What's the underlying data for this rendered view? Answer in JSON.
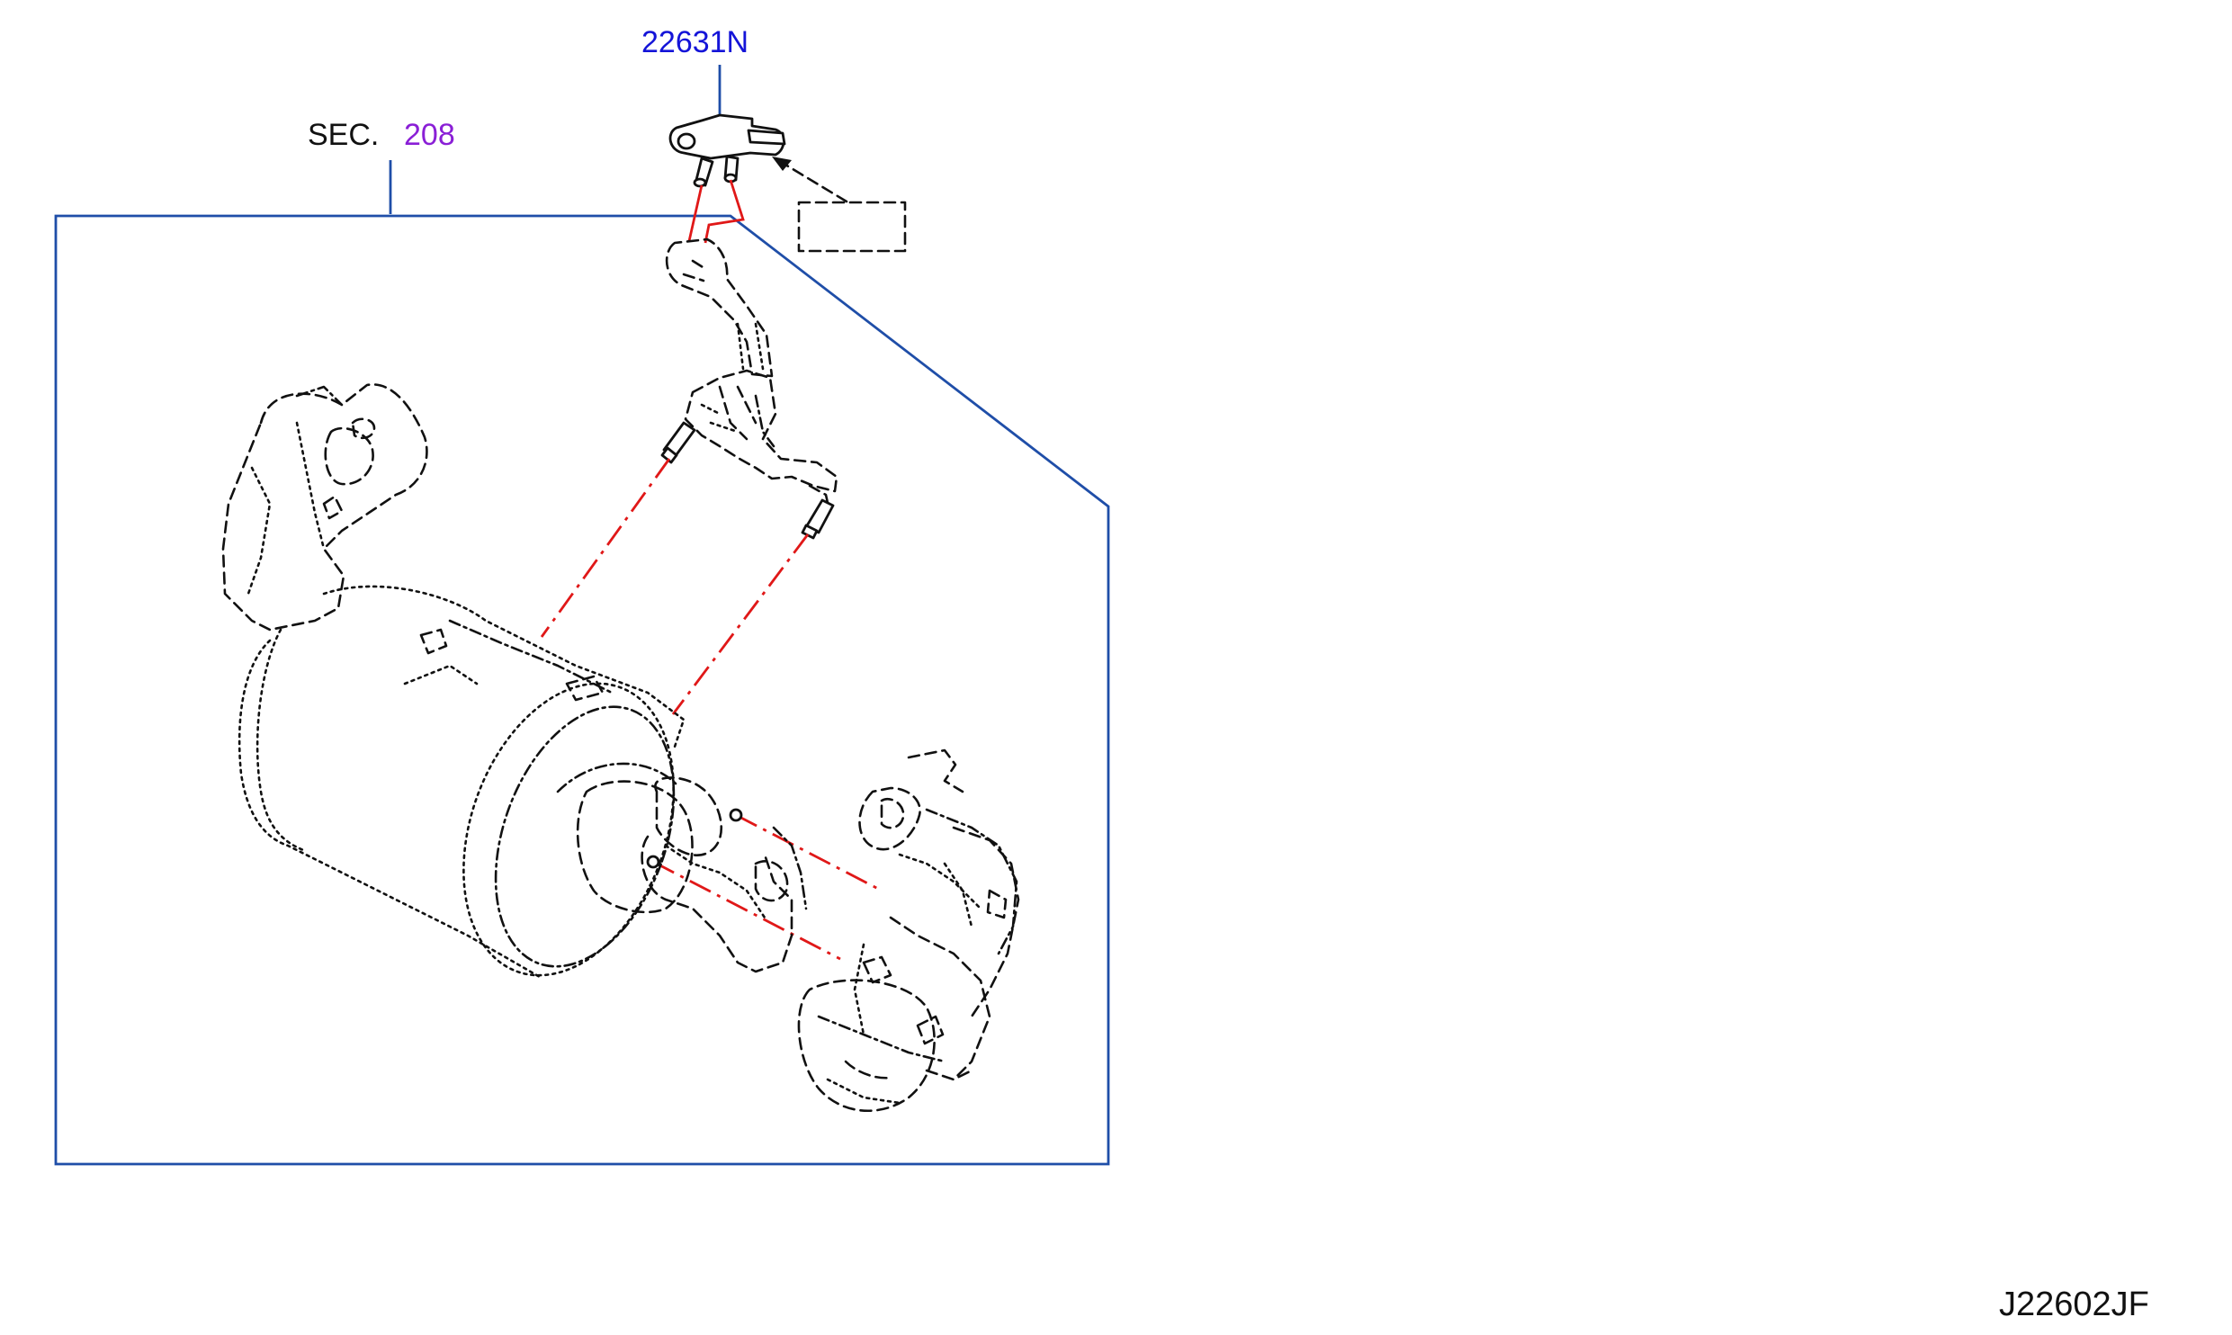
{
  "part_number": "22631N",
  "section_ref": {
    "prefix": "SEC.",
    "number": "208"
  },
  "diagram_id": "J22602JF",
  "colors": {
    "part_number": "#1414d8",
    "section_number": "#8a1fd6",
    "frame": "#1f4ea8",
    "connection": "#e01818",
    "linework": "#111111"
  }
}
